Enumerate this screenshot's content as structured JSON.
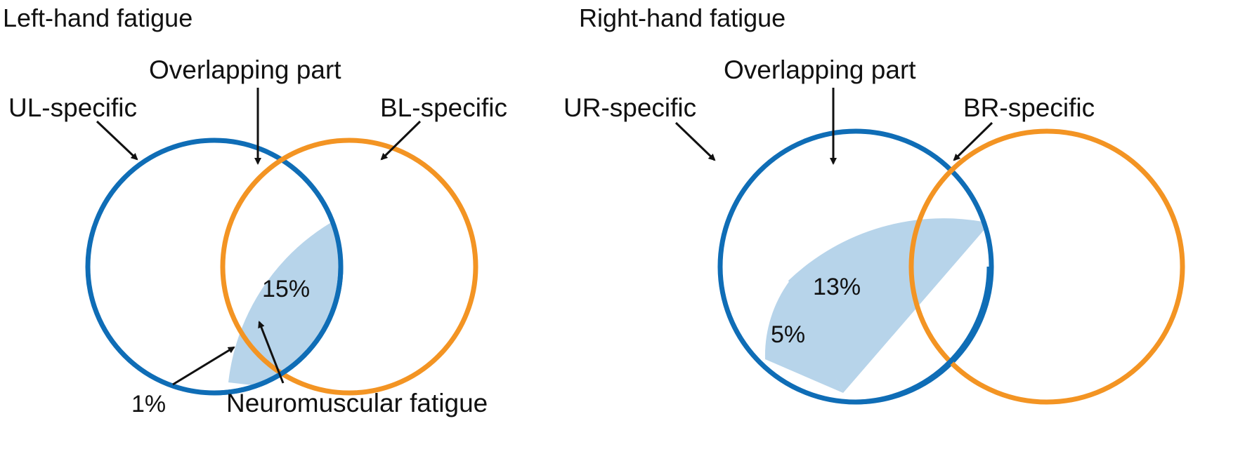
{
  "colors": {
    "upper_circle": "#0f6db6",
    "lower_circle": "#f39423",
    "fatigue_fill": "#b7d4ea",
    "arrow": "#111111"
  },
  "panels": [
    {
      "title": "Left-hand fatigue",
      "upper_label": "UL-specific",
      "overlap_label": "Overlapping part",
      "lower_label": "BL-specific",
      "overlap_fatigue_pct": "15%",
      "upper_fatigue_pct": "1%",
      "fatigue_label": "Neuromuscular fatigue"
    },
    {
      "title": "Right-hand fatigue",
      "upper_label": "UR-specific",
      "overlap_label": "Overlapping part",
      "lower_label": "BR-specific",
      "overlap_fatigue_pct": "13%",
      "upper_fatigue_pct": "5%"
    }
  ]
}
